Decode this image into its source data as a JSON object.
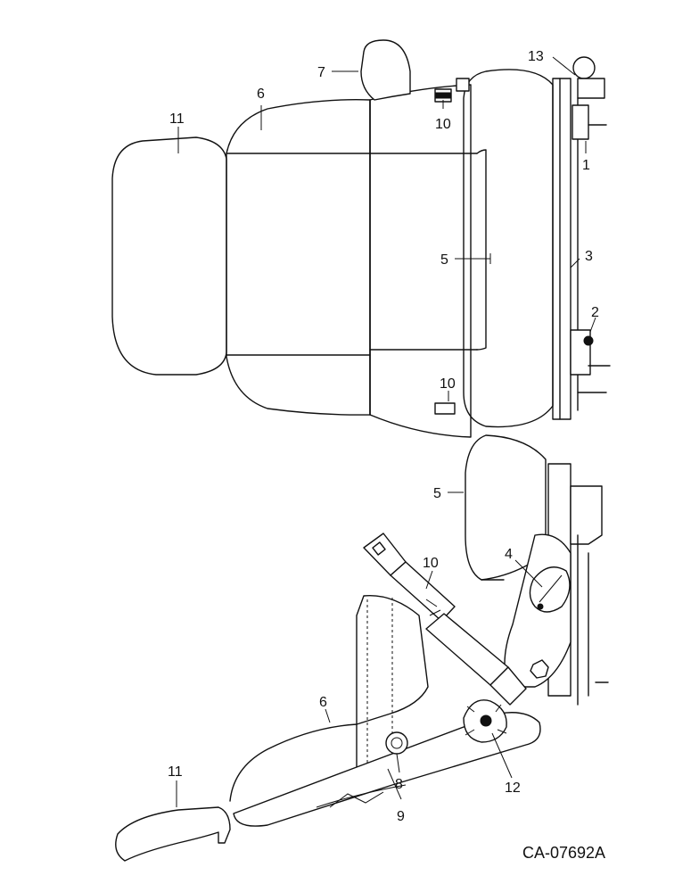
{
  "diagram": {
    "callouts": {
      "c1": "1",
      "c2": "2",
      "c3": "3",
      "c4": "4",
      "c5_top": "5",
      "c5_side": "5",
      "c6_top": "6",
      "c6_side": "6",
      "c7": "7",
      "c8": "8",
      "c9": "9",
      "c10_top_a": "10",
      "c10_top_b": "10",
      "c10_side": "10",
      "c11_top": "11",
      "c11_side": "11",
      "c12": "12",
      "c13": "13"
    },
    "drawing_code": "CA-07692A"
  }
}
